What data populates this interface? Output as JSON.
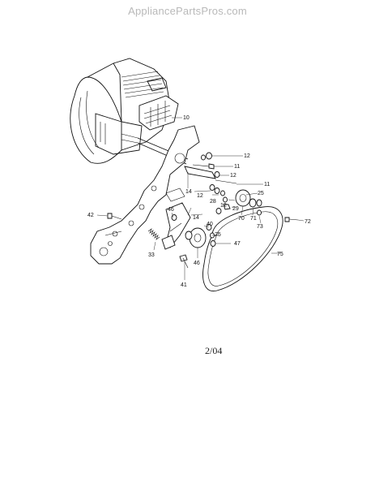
{
  "header": {
    "watermark": "AppliancePartsPros.com"
  },
  "footer": {
    "date_code": "2/04"
  },
  "callouts": [
    "10",
    "12",
    "11",
    "12",
    "11",
    "14",
    "12",
    "28",
    "29",
    "25",
    "70",
    "71",
    "73",
    "12",
    "72",
    "42",
    "46",
    "14",
    "40",
    "25",
    "47",
    "75",
    "33",
    "46",
    "41"
  ]
}
